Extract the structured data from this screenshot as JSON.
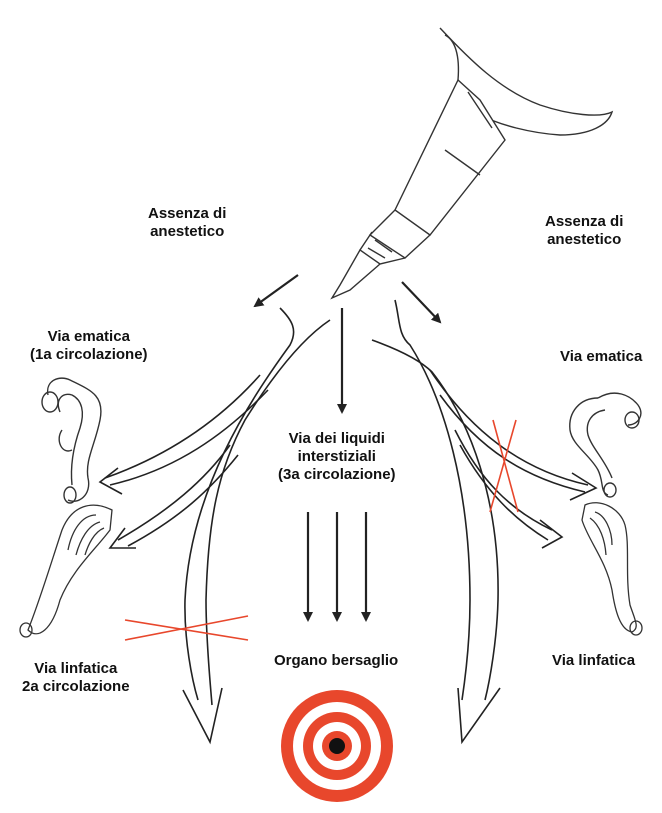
{
  "labels": {
    "no_anesthetic_left": [
      "Assenza di",
      "anestetico"
    ],
    "no_anesthetic_right": [
      "Assenza di",
      "anestetico"
    ],
    "blood_route_left": [
      "Via ematica",
      "(1a circolazione)"
    ],
    "blood_route_right": "Via ematica",
    "interstitial_route": [
      "Via dei liquidi",
      "interstiziali",
      "(3a circolazione)"
    ],
    "target_organ": "Organo bersaglio",
    "lymph_route_left": [
      "Via linfatica",
      "2a circolazione"
    ],
    "lymph_route_right": "Via linfatica"
  },
  "colors": {
    "ink": "#222222",
    "target_red": "#e8472c",
    "cross_red": "#e8472c"
  },
  "icons": {
    "syringe": "syringe-icon",
    "target": "target-icon",
    "vessel": "blood-vessel-icon",
    "lymph": "lymph-node-icon"
  }
}
